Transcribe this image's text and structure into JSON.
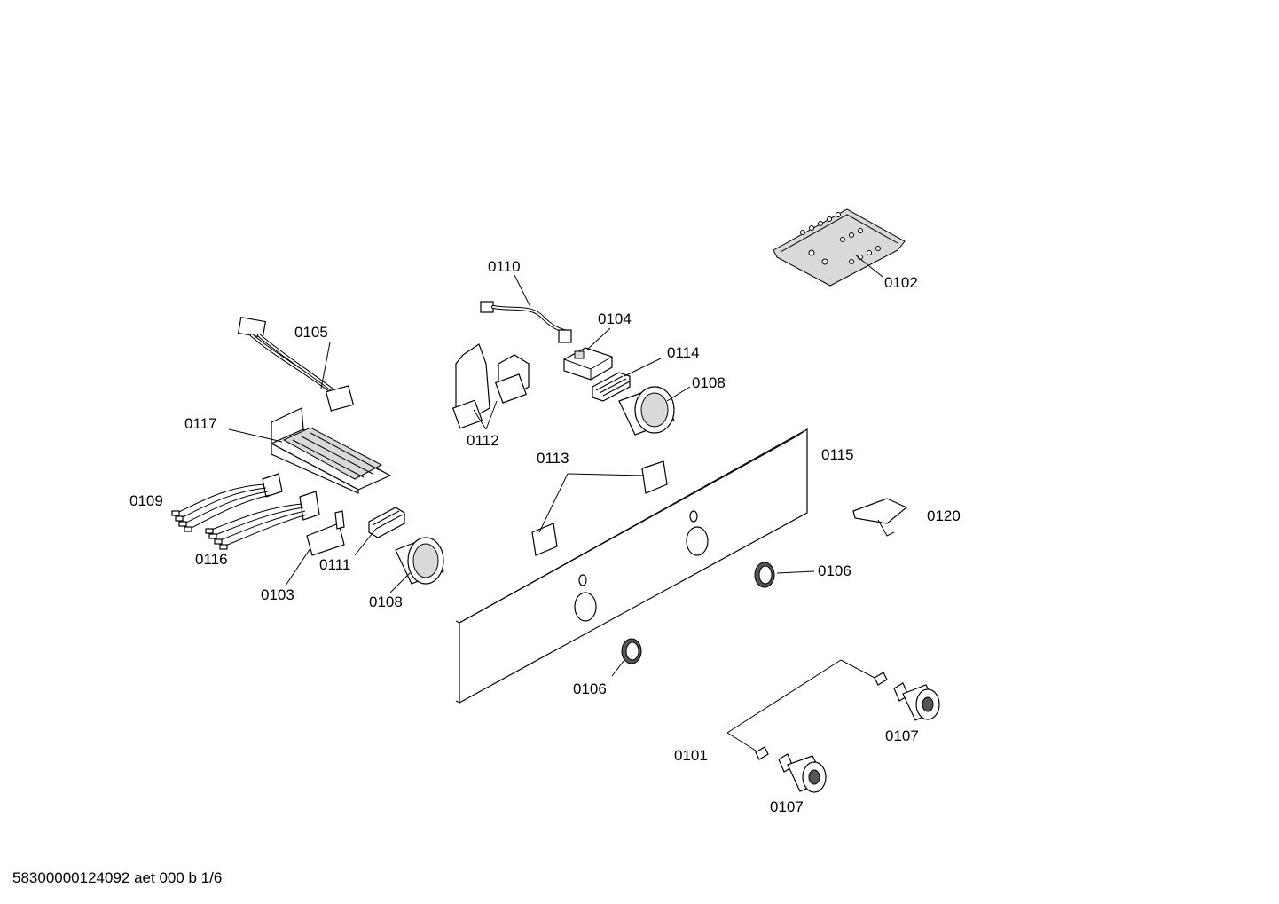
{
  "labels": {
    "p0101": "0101",
    "p0102": "0102",
    "p0103": "0103",
    "p0104": "0104",
    "p0105": "0105",
    "p0106a": "0106",
    "p0106b": "0106",
    "p0107a": "0107",
    "p0107b": "0107",
    "p0108a": "0108",
    "p0108b": "0108",
    "p0109": "0109",
    "p0110": "0110",
    "p0111": "0111",
    "p0112": "0112",
    "p0113": "0113",
    "p0114": "0114",
    "p0115": "0115",
    "p0116": "0116",
    "p0117": "0117",
    "p0120": "0120"
  },
  "footer": "58300000124092 aet 000 b 1/6"
}
